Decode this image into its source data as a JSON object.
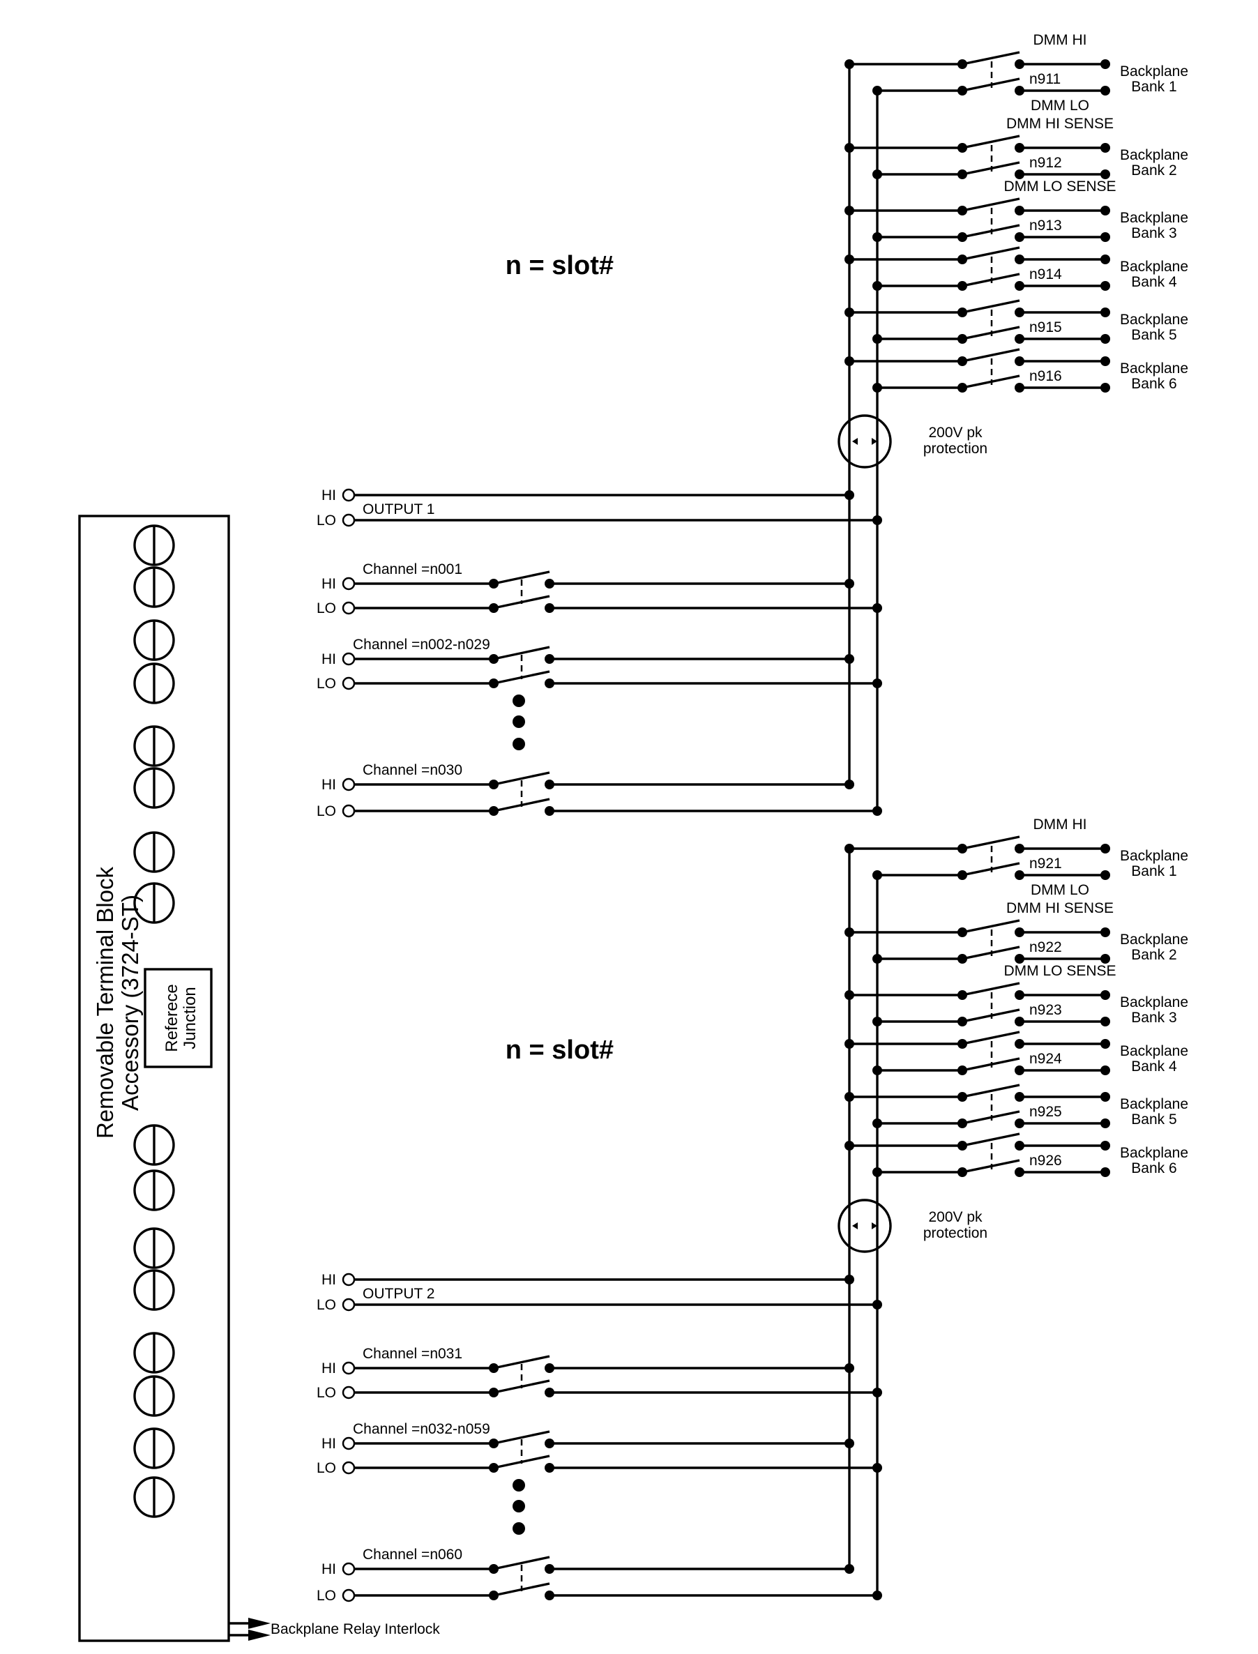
{
  "diagram": {
    "slot_note": "n = slot#",
    "protection_label": [
      "200V pk",
      "protection"
    ],
    "terminal_block": {
      "title_lines": [
        "Removable Terminal Block",
        "Accessory (3724-ST)"
      ],
      "reference_junction": [
        "Referece",
        "Junction"
      ]
    },
    "interlock_label": "Backplane Relay Interlock",
    "hi": "HI",
    "lo": "LO",
    "sections": [
      {
        "output_label": "OUTPUT 1",
        "channels": [
          {
            "label": "Channel =n001",
            "ellipsis": false
          },
          {
            "label": "Channel =n002-n029",
            "ellipsis": true
          },
          {
            "label": "Channel =n030",
            "ellipsis": false
          }
        ],
        "backplane": [
          {
            "relay": "n911",
            "upper": "DMM HI",
            "lower": "DMM LO",
            "bank": [
              "Backplane",
              "Bank 1"
            ]
          },
          {
            "relay": "n912",
            "upper": "DMM HI SENSE",
            "lower": "",
            "bank": [
              "Backplane",
              "Bank 2"
            ]
          },
          {
            "relay": "n913",
            "upper": "DMM LO SENSE",
            "lower": "",
            "bank": [
              "Backplane",
              "Bank 3"
            ]
          },
          {
            "relay": "n914",
            "upper": "",
            "lower": "",
            "bank": [
              "Backplane",
              "Bank 4"
            ]
          },
          {
            "relay": "n915",
            "upper": "",
            "lower": "",
            "bank": [
              "Backplane",
              "Bank 5"
            ]
          },
          {
            "relay": "n916",
            "upper": "",
            "lower": "",
            "bank": [
              "Backplane",
              "Bank 6"
            ]
          }
        ]
      },
      {
        "output_label": "OUTPUT 2",
        "channels": [
          {
            "label": "Channel =n031",
            "ellipsis": false
          },
          {
            "label": "Channel =n032-n059",
            "ellipsis": true
          },
          {
            "label": "Channel =n060",
            "ellipsis": false
          }
        ],
        "backplane": [
          {
            "relay": "n921",
            "upper": "DMM HI",
            "lower": "DMM LO",
            "bank": [
              "Backplane",
              "Bank 1"
            ]
          },
          {
            "relay": "n922",
            "upper": "DMM HI SENSE",
            "lower": "",
            "bank": [
              "Backplane",
              "Bank 2"
            ]
          },
          {
            "relay": "n923",
            "upper": "DMM LO SENSE",
            "lower": "",
            "bank": [
              "Backplane",
              "Bank 3"
            ]
          },
          {
            "relay": "n924",
            "upper": "",
            "lower": "",
            "bank": [
              "Backplane",
              "Bank 4"
            ]
          },
          {
            "relay": "n925",
            "upper": "",
            "lower": "",
            "bank": [
              "Backplane",
              "Bank 5"
            ]
          },
          {
            "relay": "n926",
            "upper": "",
            "lower": "",
            "bank": [
              "Backplane",
              "Bank 6"
            ]
          }
        ]
      }
    ]
  }
}
